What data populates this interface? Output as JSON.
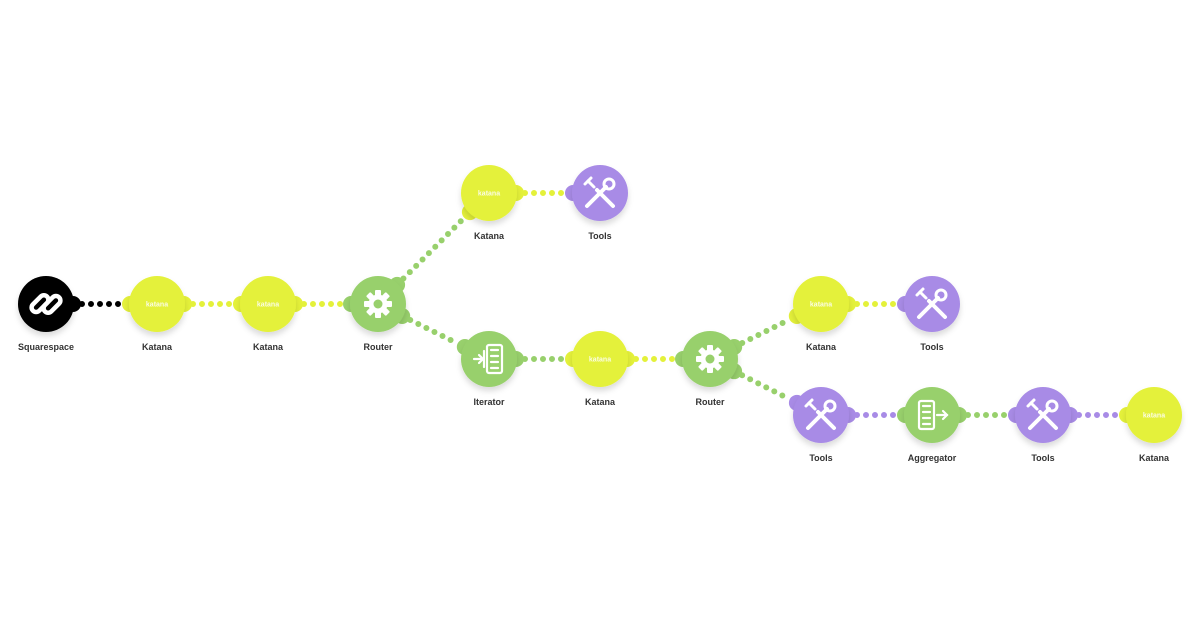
{
  "scenario": {
    "modules": [
      {
        "id": "squarespace",
        "label": "Squarespace",
        "app": "squarespace",
        "color": "#000000",
        "icon": "squarespace-logo-icon"
      },
      {
        "id": "katana-1",
        "label": "Katana",
        "app": "katana",
        "color": "#e4f13a",
        "icon": "katana-logo-icon"
      },
      {
        "id": "katana-2",
        "label": "Katana",
        "app": "katana",
        "color": "#e4f13a",
        "icon": "katana-logo-icon"
      },
      {
        "id": "router-1",
        "label": "Router",
        "app": "router",
        "color": "#98d06c",
        "icon": "gear-icon"
      },
      {
        "id": "katana-3",
        "label": "Katana",
        "app": "katana",
        "color": "#e4f13a",
        "icon": "katana-logo-icon"
      },
      {
        "id": "tools-1",
        "label": "Tools",
        "app": "tools",
        "color": "#a88be6",
        "icon": "wrench-screwdriver-icon"
      },
      {
        "id": "iterator",
        "label": "Iterator",
        "app": "iterator",
        "color": "#98d06c",
        "icon": "iterator-icon"
      },
      {
        "id": "katana-4",
        "label": "Katana",
        "app": "katana",
        "color": "#e4f13a",
        "icon": "katana-logo-icon"
      },
      {
        "id": "router-2",
        "label": "Router",
        "app": "router",
        "color": "#98d06c",
        "icon": "gear-icon"
      },
      {
        "id": "katana-5",
        "label": "Katana",
        "app": "katana",
        "color": "#e4f13a",
        "icon": "katana-logo-icon"
      },
      {
        "id": "tools-2",
        "label": "Tools",
        "app": "tools",
        "color": "#a88be6",
        "icon": "wrench-screwdriver-icon"
      },
      {
        "id": "tools-3",
        "label": "Tools",
        "app": "tools",
        "color": "#a88be6",
        "icon": "wrench-screwdriver-icon"
      },
      {
        "id": "aggregator",
        "label": "Aggregator",
        "app": "aggregator",
        "color": "#98d06c",
        "icon": "aggregator-icon"
      },
      {
        "id": "tools-4",
        "label": "Tools",
        "app": "tools",
        "color": "#a88be6",
        "icon": "wrench-screwdriver-icon"
      },
      {
        "id": "katana-6",
        "label": "Katana",
        "app": "katana",
        "color": "#e4f13a",
        "icon": "katana-logo-icon"
      }
    ],
    "connections": [
      [
        "squarespace",
        "katana-1"
      ],
      [
        "katana-1",
        "katana-2"
      ],
      [
        "katana-2",
        "router-1"
      ],
      [
        "router-1",
        "katana-3"
      ],
      [
        "katana-3",
        "tools-1"
      ],
      [
        "router-1",
        "iterator"
      ],
      [
        "iterator",
        "katana-4"
      ],
      [
        "katana-4",
        "router-2"
      ],
      [
        "router-2",
        "katana-5"
      ],
      [
        "katana-5",
        "tools-2"
      ],
      [
        "router-2",
        "tools-3"
      ],
      [
        "tools-3",
        "aggregator"
      ],
      [
        "aggregator",
        "tools-4"
      ],
      [
        "tools-4",
        "katana-6"
      ]
    ],
    "katana_logo_text": "katana"
  }
}
